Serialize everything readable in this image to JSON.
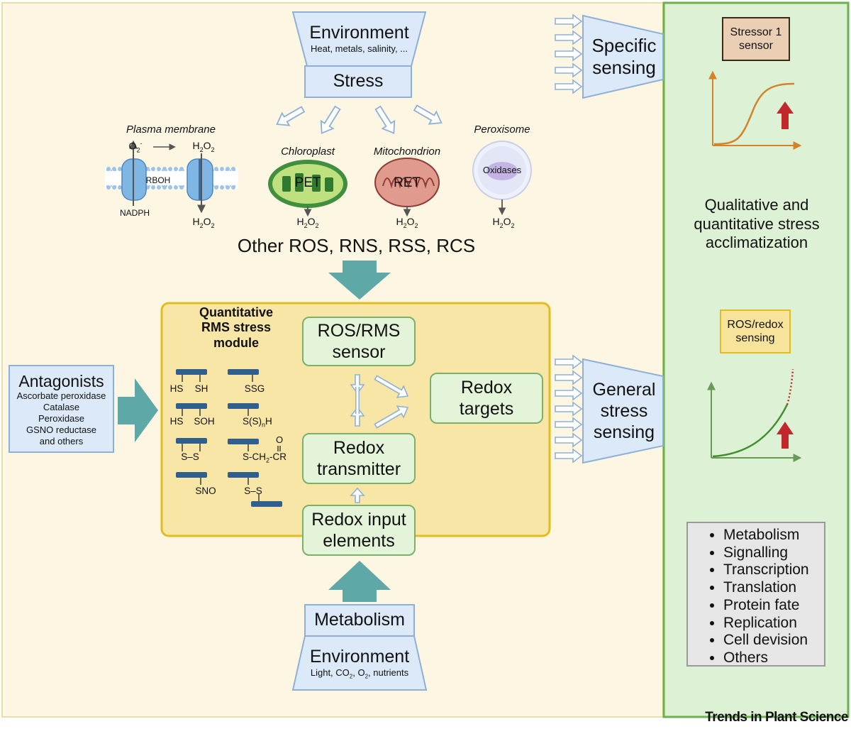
{
  "environment_top": {
    "title": "Environment",
    "subtitle": "Heat, metals, salinity, ...",
    "stress": "Stress"
  },
  "specific_sensing": "Specific sensing",
  "general_sensing": "General stress sensing",
  "sources": {
    "plasma_membrane": "Plasma membrane",
    "o2_label": "O2-",
    "h2o2": "H2O2",
    "rboh": "RBOH",
    "nadph": "NADPH",
    "chloroplast": "Chloroplast",
    "pet": "PET",
    "mitochondrion": "Mitochondrion",
    "ret": "RET",
    "peroxisome": "Peroxisome",
    "oxidases": "Oxidases"
  },
  "other_species": "Other ROS, RNS, RSS, RCS",
  "module": {
    "title": "Quantitative RMS stress module",
    "sensor": "ROS/RMS sensor",
    "targets": "Redox targets",
    "transmitter": "Redox transmitter",
    "input": "Redox input elements"
  },
  "thiols": {
    "hs_sh": [
      "HS",
      "SH"
    ],
    "ssg": "SSG",
    "hs_soh": [
      "HS",
      "SOH"
    ],
    "ssnh": "S(S)nH",
    "s_s": "S–S",
    "acyl": "S-CH2-CR",
    "o": "O",
    "sno": "SNO",
    "s_s_inter": "S–S"
  },
  "antagonists": {
    "title": "Antagonists",
    "items": [
      "Ascorbate peroxidase",
      "Catalase",
      "Peroxidase",
      "GSNO reductase",
      "and others"
    ]
  },
  "bottom": {
    "metabolism": "Metabolism",
    "environment": "Environment",
    "subtitle": "Light, CO2, O2, nutrients"
  },
  "right_panel": {
    "stressor_sensor": "Stressor 1 sensor",
    "acclimatization": "Qualitative and quantitative stress acclimatization",
    "ros_redox_sensing": "ROS/redox sensing",
    "processes": [
      "Metabolism",
      "Signalling",
      "Transcription",
      "Translation",
      "Protein fate",
      "Replication",
      "Cell devision",
      "Others"
    ]
  },
  "footer": "Trends in Plant Science",
  "colors": {
    "background": "#fdf6e3",
    "module_fill": "#f8e6a6",
    "module_border": "#e3bd1e",
    "green_box": "#e3f4d8",
    "blue_box": "#dce9f8",
    "teal_arrow": "#5fa8a8",
    "right_panel": "#ddf2d4",
    "red_arrow": "#c0282c"
  }
}
